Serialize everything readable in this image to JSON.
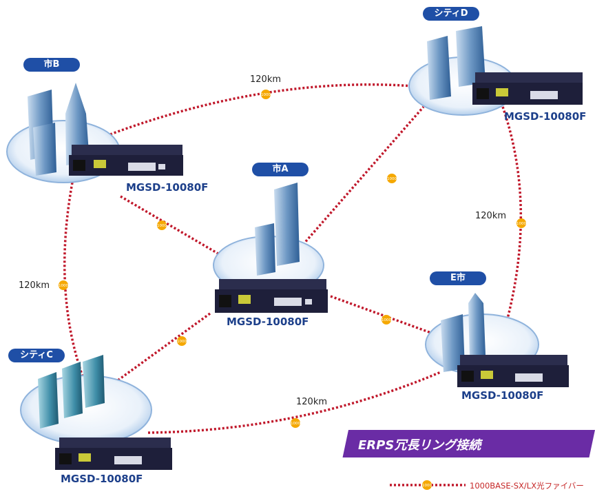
{
  "cities": {
    "a": {
      "label": "市A"
    },
    "b": {
      "label": "市B"
    },
    "c": {
      "label": "シティC"
    },
    "d": {
      "label": "シティD"
    },
    "e": {
      "label": "E市"
    }
  },
  "switch_model": "MGSD-10080F",
  "links": {
    "b_d": {
      "distance": "120km",
      "badge": "1000"
    },
    "d_e": {
      "distance": "120km",
      "badge": "1000"
    },
    "b_c": {
      "distance": "120km",
      "badge": "1000"
    },
    "c_e": {
      "distance": "120km",
      "badge": "1000"
    },
    "a_b": {
      "badge": "1000"
    },
    "a_c": {
      "badge": "1000"
    },
    "a_d": {
      "badge": "1000"
    },
    "a_e": {
      "badge": "1000"
    }
  },
  "banner": {
    "title": "ERPS冗長リング接続"
  },
  "legend": {
    "badge": "1000",
    "label": "1000BASE-SX/LX光ファイバー"
  },
  "colors": {
    "link": "#c0182b",
    "badge": "#f5a800",
    "pill": "#1f4fa6",
    "banner": "#6a2ca5",
    "switch": "#1e1f3a"
  }
}
